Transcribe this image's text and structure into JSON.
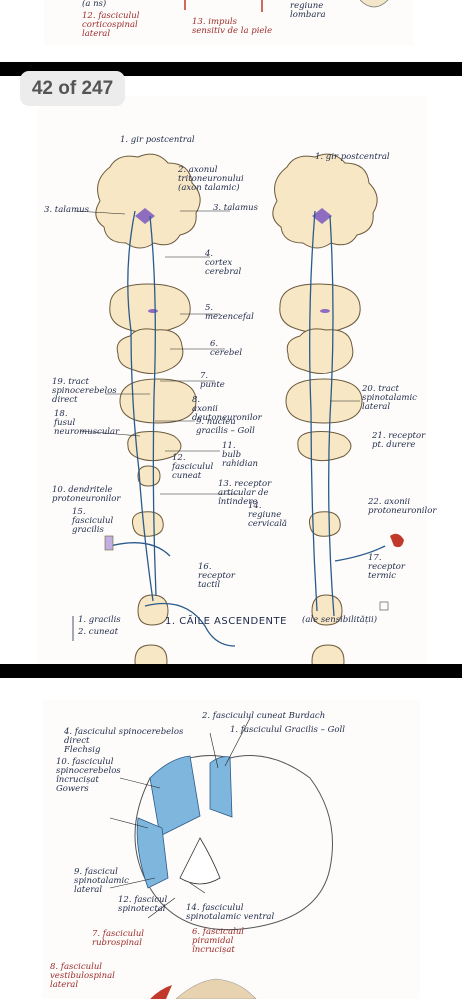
{
  "viewer": {
    "page_counter": "42 of 247"
  },
  "page_top": {
    "labels": {
      "top_left": "(a ns)",
      "l12": "12. fasciculul\ncorticospinal\nlateral",
      "l13": "13. impuls\nsensitiv de la piele",
      "top_right": "regiune\nlombara"
    }
  },
  "page_main": {
    "title": "1. CĂILE ASCENDENTE",
    "title_note": "(ale sensibilității)",
    "legend": [
      "1. gracilis",
      "2. cuneat"
    ],
    "labels": {
      "l1a": "1. gir postcentral",
      "l1b": "1. gir postcentral",
      "l2": "2. axonul\ntritoneuronului\n(axon talamic)",
      "l3a": "3. talamus",
      "l3b": "3. talamus",
      "l4": "4.\ncortex\ncerebral",
      "l5": "5.\nmezencefal",
      "l6": "6.\ncerebel",
      "l7": "7.\npunte",
      "l8": "8.\naxonii\ndeutoneuronilor",
      "l9": "9. nucleu\ngracilis – Goll",
      "l11": "11.\nbulb\nrahidian",
      "l12": "12.\nfasciculul\ncuneat",
      "l13": "13. receptor\narticular de\nîntindere",
      "l14": "14.\nregiune\ncervicală",
      "l15": "15.\nfasciculul\ngracilis",
      "l16": "16.\nreceptor\ntactil",
      "l17": "17.\nreceptor\ntermic",
      "l18": "18.\nfusul\nneuromuscular",
      "l19": "19. tract\nspinocerebelos\ndirect",
      "l20": "20. tract\nspinotalamic\nlateral",
      "l21": "21. receptor\npt. durere",
      "l22": "22. axonii\nprotoneuronilor",
      "l10": "10. dendritele\nprotoneuronilor"
    }
  },
  "page_bottom": {
    "labels": {
      "b1": "1. fasciculul Gracilis – Goll",
      "b2": "2. fasciculul cuneat Burdach",
      "b4": "4. fasciculul spinocerebelos\ndirect\nFlechsig",
      "b10": "10. fasciculul\nspinocerebelos\nîncrucișat\nGowers",
      "b9": "9. fascicul\nspinotalamic\nlateral",
      "b12": "12. fascicul\nspinotectal",
      "b14": "14. fasciculul\nspinotalamic ventral",
      "b7": "7. fasciculul\nrubrospinal",
      "b6": "6. fasciculul\npiramidal\nîncrucișat",
      "b8": "8. fasciculul\nvestibulospinal\nlateral"
    }
  },
  "colors": {
    "ink_blue": "#1f2a4a",
    "ink_red": "#9c2a2a",
    "brain_fill": "#f7e7c4",
    "pathway_blue": "#7fb6dd",
    "violet": "#8e6cc0"
  }
}
